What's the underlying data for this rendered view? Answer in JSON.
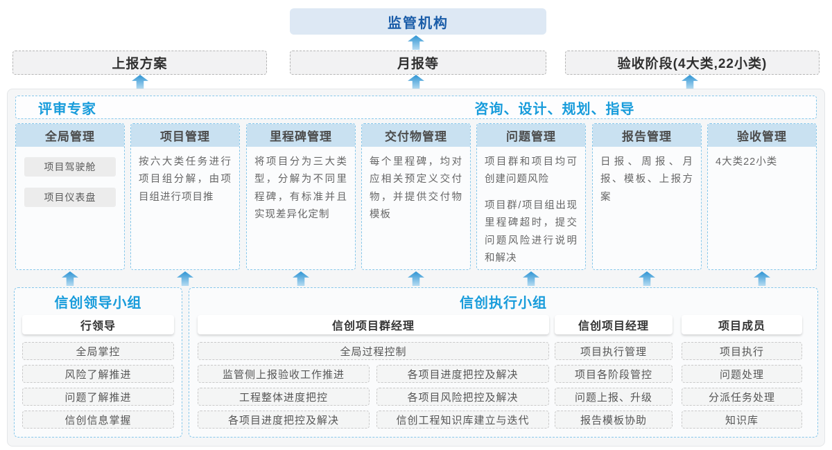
{
  "colors": {
    "accent_blue": "#189cdb",
    "dark_blue": "#1a5ca8",
    "dashed_blue_border": "#86c7ea",
    "column_header_bg": "#c9e1f1",
    "regulator_bg": "#dde8f4",
    "arrow_top": "#2e94d3",
    "arrow_bottom": "#b6dcf2"
  },
  "top": {
    "regulator": "监管机构"
  },
  "row2": [
    {
      "label": "上报方案"
    },
    {
      "label": "月报等"
    },
    {
      "label": "验收阶段(4大类,22小类)"
    }
  ],
  "platform": {
    "experts_label": "评审专家",
    "consult_label": "咨询、设计、规划、指导",
    "columns": [
      {
        "title": "全局管理",
        "buttons": [
          "项目驾驶舱",
          "项目仪表盘"
        ]
      },
      {
        "title": "项目管理",
        "body": "按六大类任务进行项目组分解，由项目组进行项目推"
      },
      {
        "title": "里程碑管理",
        "body": "将项目分为三大类型，分解为不同里程碑，有标准并且实现差异化定制"
      },
      {
        "title": "交付物管理",
        "body": "每个里程碑，均对应相关预定义交付物，并提供交付物模板"
      },
      {
        "title": "问题管理",
        "body1": "项目群和项目均可创建问题风险",
        "body2": "项目群/项目组出现里程碑超时，提交问题风险进行说明和解决"
      },
      {
        "title": "报告管理",
        "body": "日报、周报、月报、模板、上报方案"
      },
      {
        "title": "验收管理",
        "body": "4大类22小类"
      }
    ]
  },
  "bottom": {
    "leader_group": {
      "title": "信创领导小组",
      "role": "行领导",
      "items": [
        "全局掌控",
        "风险了解推进",
        "问题了解推进",
        "信创信息掌握"
      ]
    },
    "exec_group": {
      "title": "信创执行小组",
      "pgm": {
        "role": "信创项目群经理",
        "full_item": "全局过程控制",
        "left_items": [
          "监管侧上报验收工作推进",
          "工程整体进度把控",
          "各项目进度把控及解决"
        ],
        "right_items": [
          "各项目进度把控及解决",
          "各项目风险把控及解决",
          "信创工程知识库建立与迭代"
        ]
      },
      "pm": {
        "role": "信创项目经理",
        "items": [
          "项目执行管理",
          "项目各阶段管控",
          "问题上报、升级",
          "报告模板协助"
        ]
      },
      "member": {
        "role": "项目成员",
        "items": [
          "项目执行",
          "问题处理",
          "分派任务处理",
          "知识库"
        ]
      }
    }
  }
}
